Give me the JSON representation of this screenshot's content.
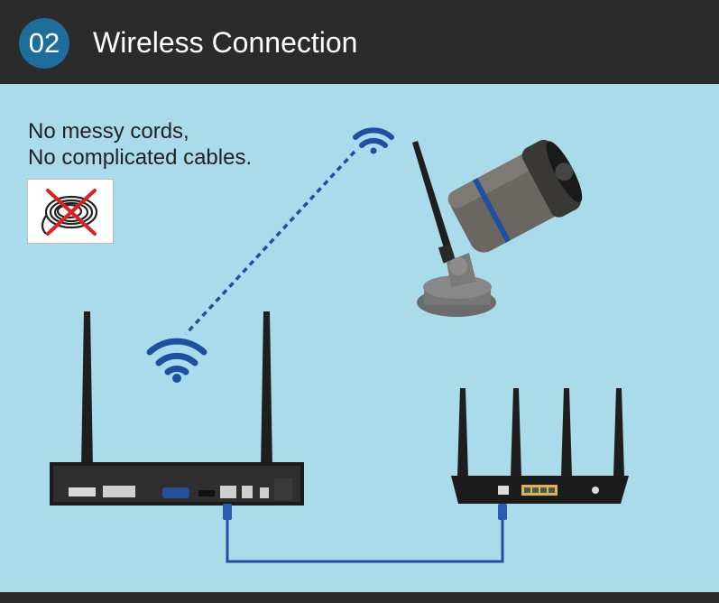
{
  "header": {
    "step_number": "02",
    "title": "Wireless Connection"
  },
  "tagline": {
    "line1": "No messy cords,",
    "line2": "No complicated cables."
  },
  "icons": {
    "wifi": "wifi-icon",
    "no_cable": "no-cable-icon"
  },
  "colors": {
    "header_bg": "#2b2b2b",
    "badge_bg": "#1d6e9a",
    "background": "#a9dbeb",
    "wifi_blue": "#1f4fa0",
    "cable_blue": "#1f4fa0"
  }
}
